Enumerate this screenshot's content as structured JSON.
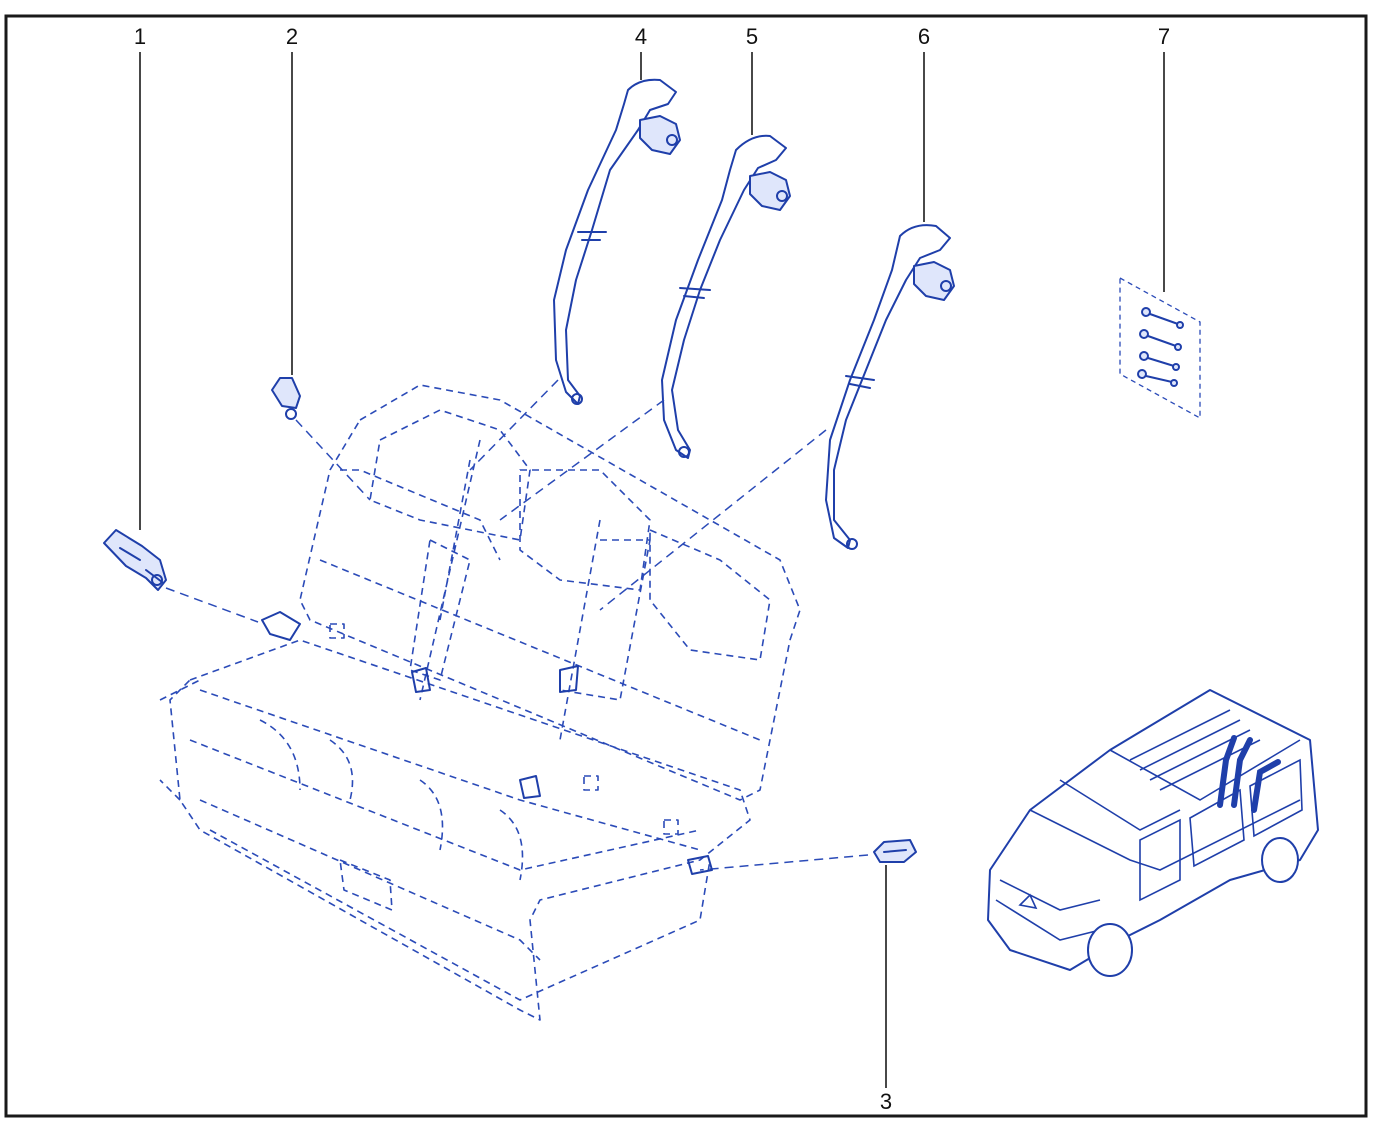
{
  "diagram": {
    "callouts": [
      {
        "id": "1",
        "label": "1"
      },
      {
        "id": "2",
        "label": "2"
      },
      {
        "id": "3",
        "label": "3"
      },
      {
        "id": "4",
        "label": "4"
      },
      {
        "id": "5",
        "label": "5"
      },
      {
        "id": "6",
        "label": "6"
      },
      {
        "id": "7",
        "label": "7"
      }
    ],
    "colors": {
      "line": "#1f3faa",
      "fill": "#dfe6fb",
      "frame": "#1a1a1a"
    },
    "icons": [
      "seat-belt-buckle-icon",
      "seat-belt-retractor-icon",
      "bolt-icon",
      "van-icon"
    ]
  }
}
